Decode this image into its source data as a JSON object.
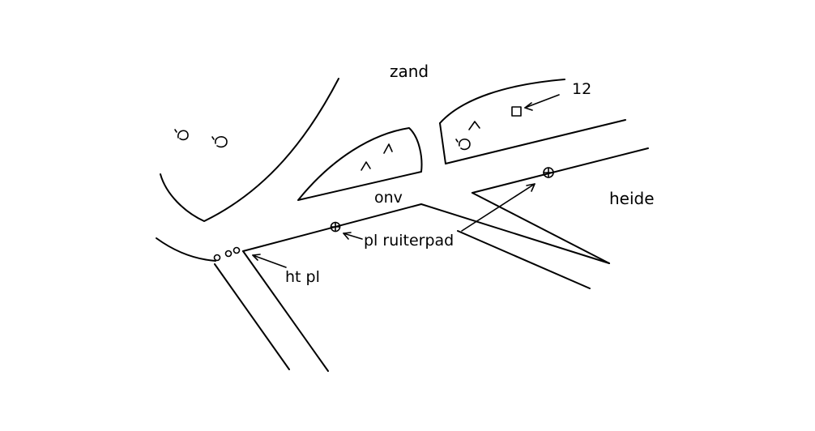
{
  "labels": {
    "zand": "zand",
    "heide": "heide",
    "onv": "onv",
    "number": "12",
    "pl_ruiterpad": "pl ruiterpad",
    "ht_pl": "ht pl"
  },
  "colors": {
    "ink": "#000000",
    "paper": "#ffffff"
  },
  "symbols": {
    "tree_symbol": "tree-symbol",
    "marker_symbol": "circle-cross-marker",
    "box_symbol": "square-marker",
    "pole_symbol": "small-circle-marker"
  }
}
